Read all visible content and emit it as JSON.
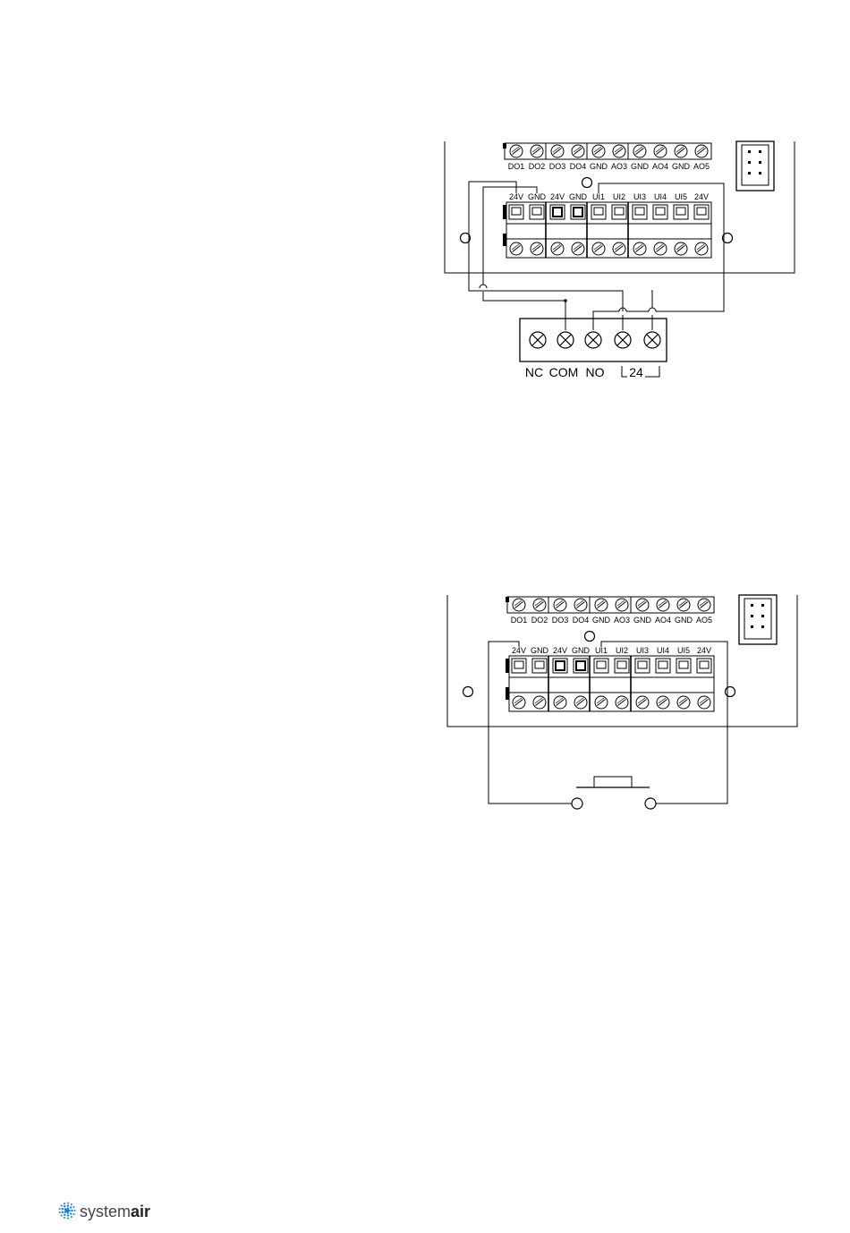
{
  "diagrams": [
    {
      "top_labels": [
        "DO1",
        "DO2",
        "DO3",
        "DO4",
        "GND",
        "AO3",
        "GND",
        "AO4",
        "GND",
        "AO5"
      ],
      "bottom_labels": [
        "24V",
        "GND",
        "24V",
        "GND",
        "UI1",
        "UI2",
        "UI3",
        "UI4",
        "UI5",
        "24V"
      ],
      "relay_labels": {
        "nc": "NC",
        "com": "COM",
        "no": "NO",
        "supply": "24"
      }
    },
    {
      "top_labels": [
        "DO1",
        "DO2",
        "DO3",
        "DO4",
        "GND",
        "AO3",
        "GND",
        "AO4",
        "GND",
        "AO5"
      ],
      "bottom_labels": [
        "24V",
        "GND",
        "24V",
        "GND",
        "UI1",
        "UI2",
        "UI3",
        "UI4",
        "UI5",
        "24V"
      ]
    }
  ],
  "brand": {
    "prefix": "system",
    "suffix": "air",
    "colors": {
      "mark": "#1c7fc1"
    }
  }
}
